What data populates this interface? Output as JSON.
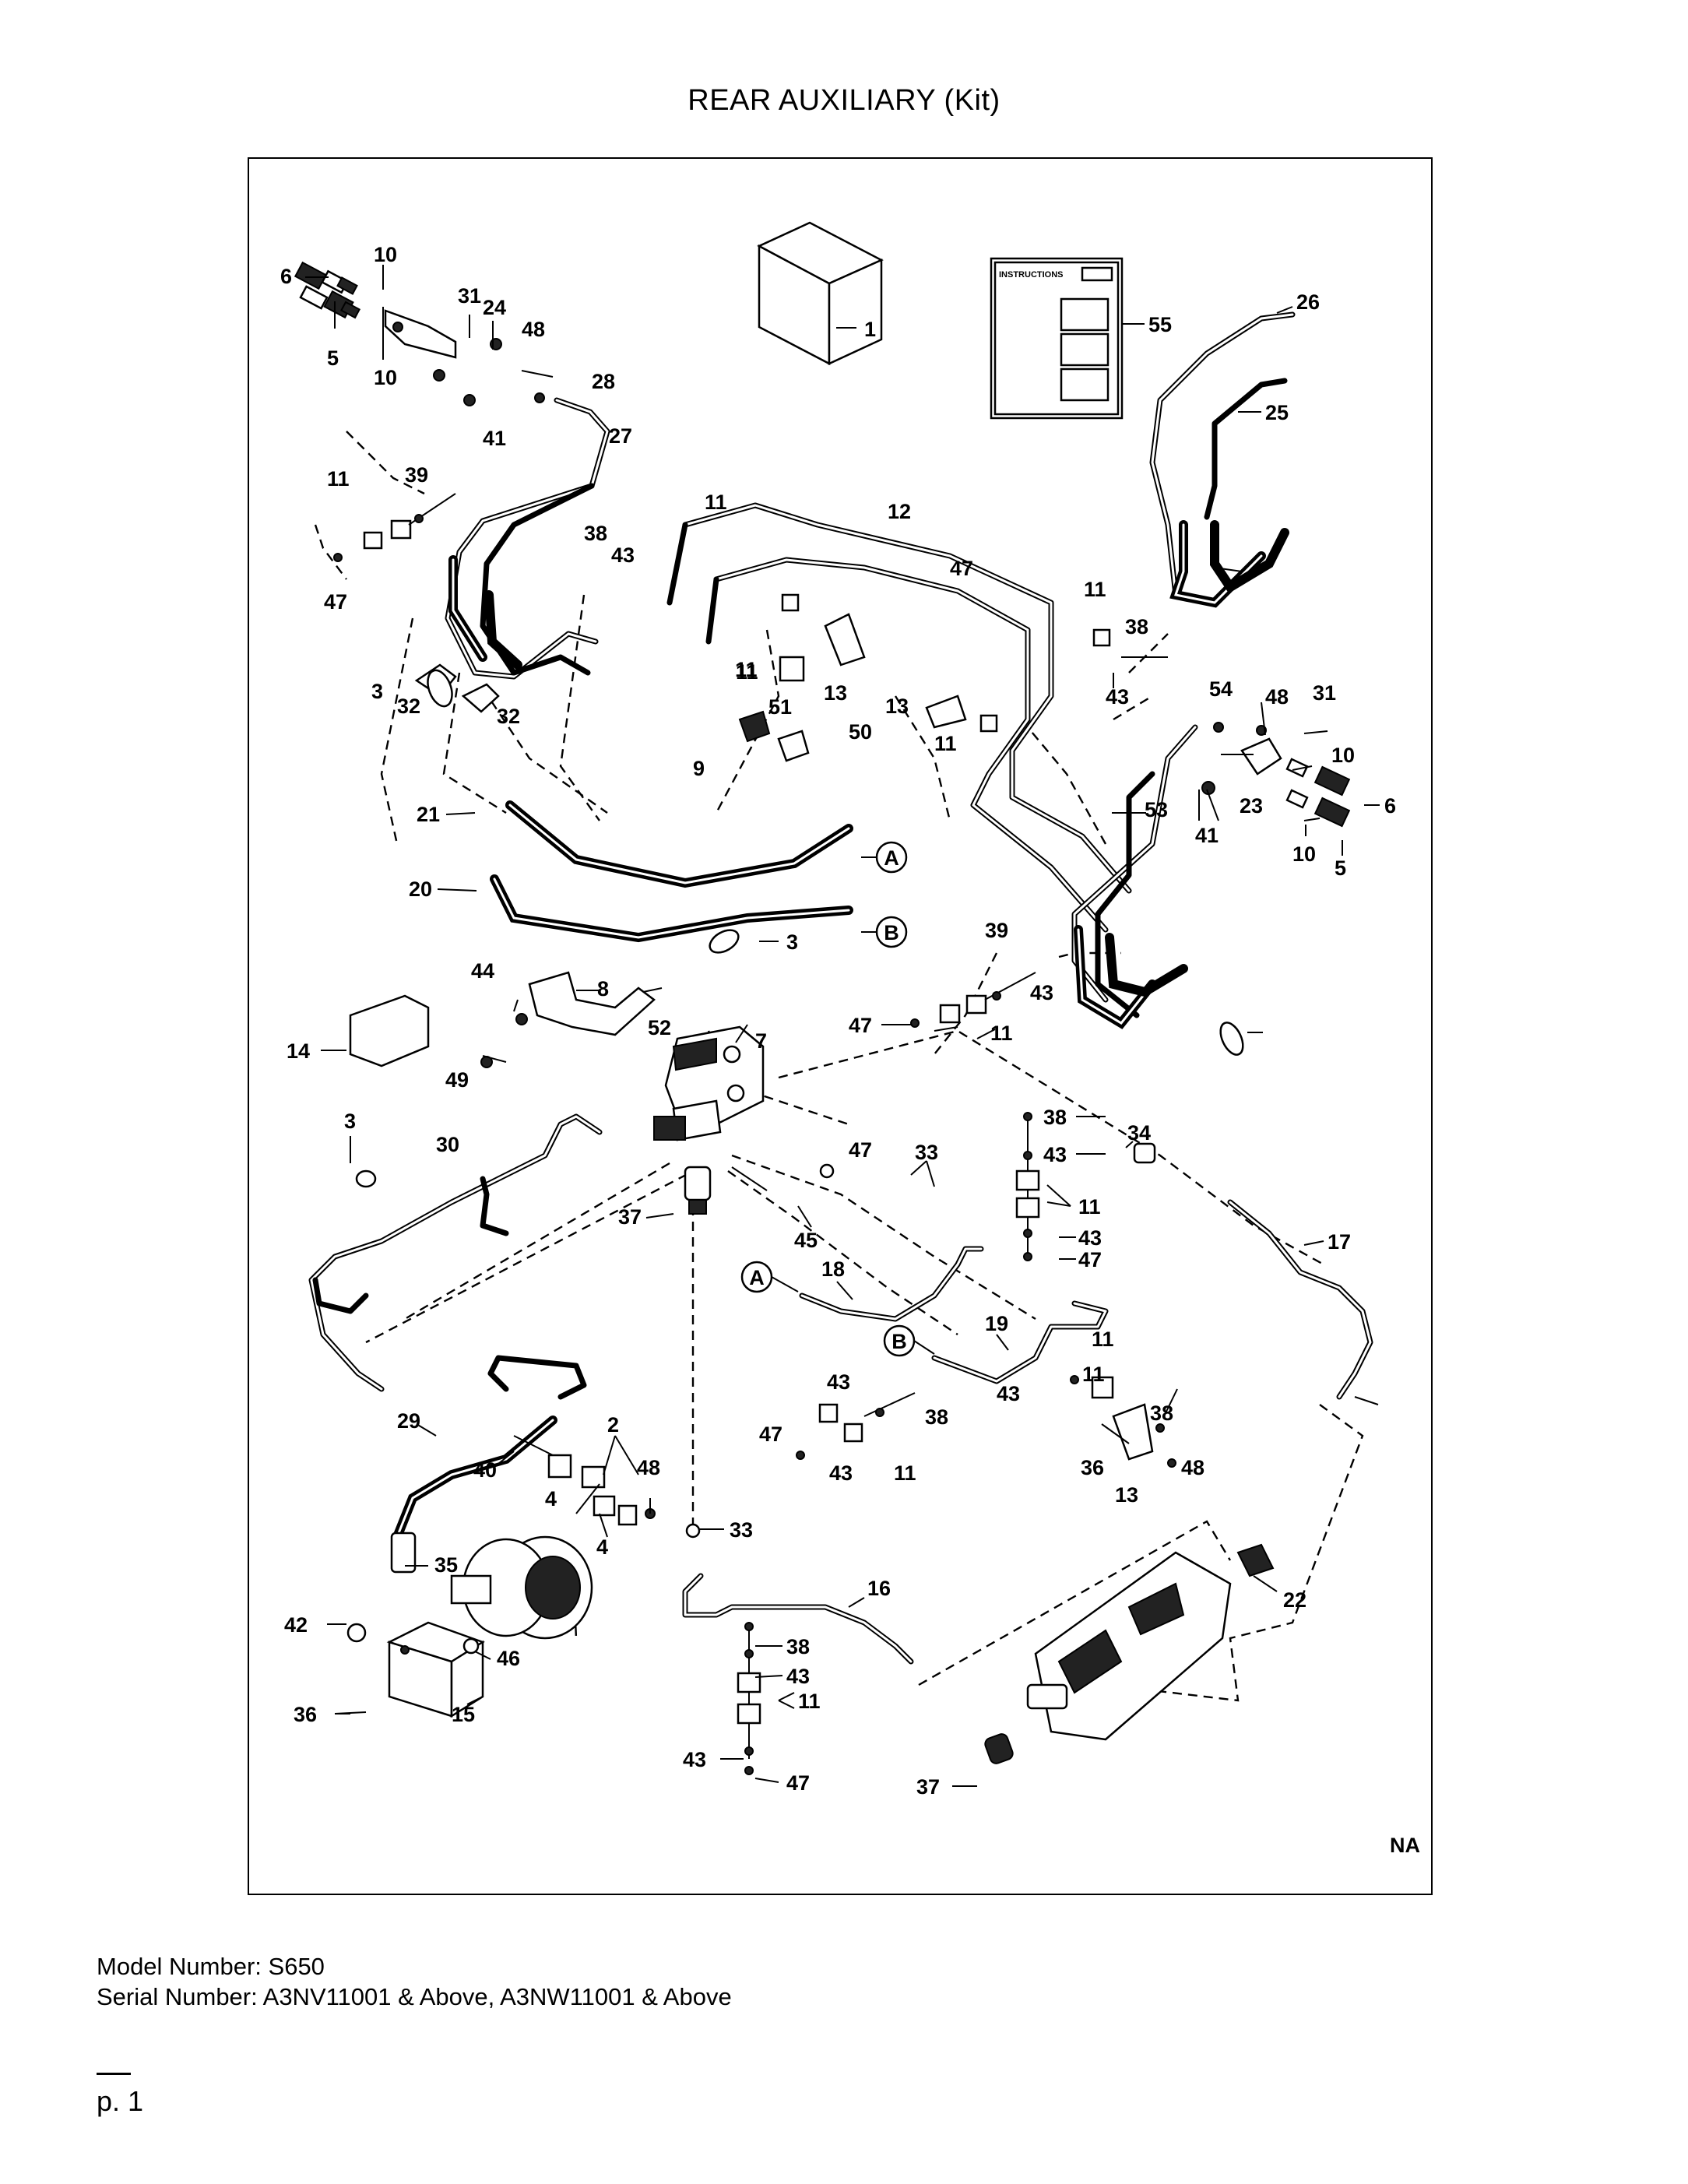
{
  "page": {
    "title": "REAR AUXILIARY (Kit)",
    "model_number": "Model Number: S650",
    "serial_number": "Serial Number: A3NV11001 & Above, A3NW11001 & Above",
    "page_number": "p. 1",
    "reference_code": "NA"
  },
  "diagram": {
    "instructions_label": "INSTRUCTIONS",
    "connector_labels": [
      "A",
      "B",
      "A",
      "B"
    ],
    "callouts": [
      "10",
      "6",
      "31",
      "24",
      "48",
      "5",
      "10",
      "28",
      "1",
      "55",
      "26",
      "25",
      "41",
      "27",
      "11",
      "39",
      "12",
      "11",
      "38",
      "43",
      "47",
      "11",
      "38",
      "43",
      "47",
      "11",
      "3",
      "32",
      "32",
      "51",
      "11",
      "13",
      "50",
      "13",
      "11",
      "9",
      "54",
      "48",
      "31",
      "10",
      "6",
      "23",
      "53",
      "41",
      "10",
      "5",
      "21",
      "20",
      "3",
      "39",
      "43",
      "47",
      "11",
      "44",
      "8",
      "52",
      "7",
      "14",
      "49",
      "3",
      "30",
      "38",
      "43",
      "34",
      "11",
      "43",
      "47",
      "33",
      "17",
      "37",
      "45",
      "18",
      "19",
      "11",
      "29",
      "2",
      "43",
      "38",
      "47",
      "43",
      "38",
      "40",
      "48",
      "4",
      "36",
      "13",
      "48",
      "43",
      "11",
      "4",
      "35",
      "33",
      "16",
      "22",
      "38",
      "43",
      "11",
      "42",
      "46",
      "36",
      "15",
      "43",
      "47",
      "37",
      "47",
      "11"
    ]
  }
}
